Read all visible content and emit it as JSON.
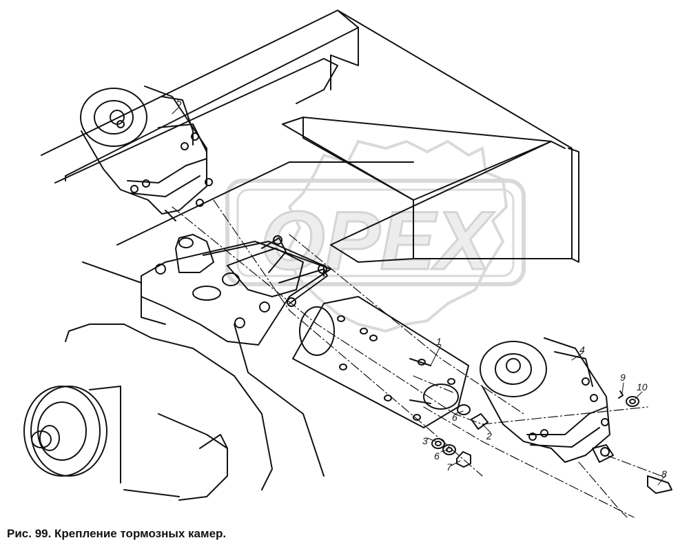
{
  "caption": "Рис. 99. Крепление тормозных камер.",
  "watermark": {
    "text": "OPEX",
    "color": "#e6e6e6"
  },
  "callouts": [
    "1",
    "2",
    "3",
    "4",
    "5",
    "6",
    "6",
    "7",
    "8",
    "9",
    "10"
  ]
}
